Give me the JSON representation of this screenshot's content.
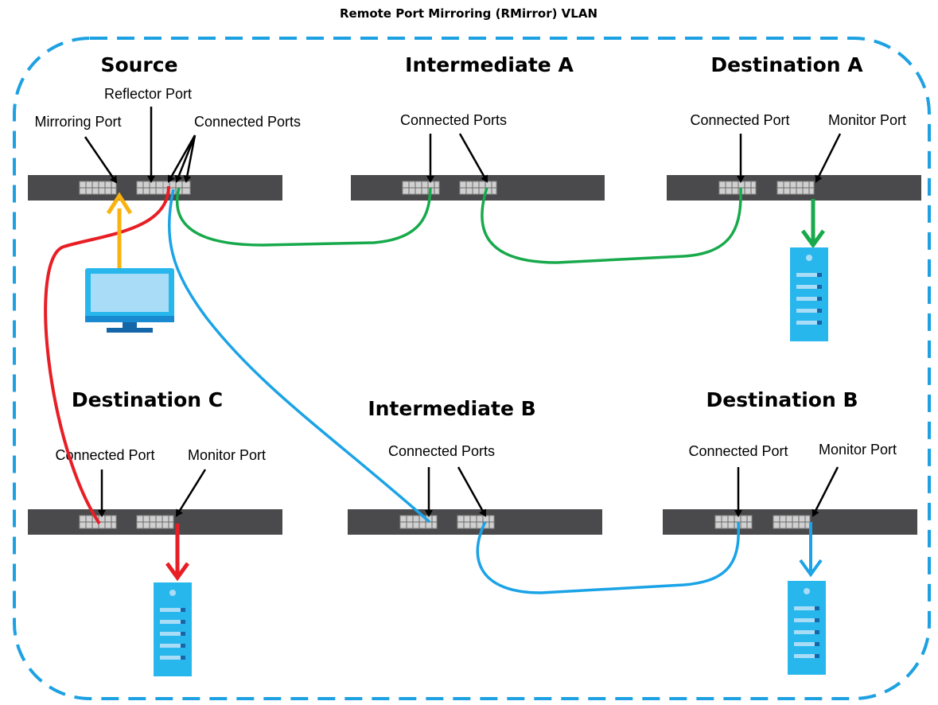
{
  "title": "Remote Port Mirroring (RMirror) VLAN",
  "nodes": {
    "source": "Source",
    "intermediate_a": "Intermediate A",
    "destination_a": "Destination A",
    "destination_c": "Destination C",
    "intermediate_b": "Intermediate B",
    "destination_b": "Destination B"
  },
  "port_labels": {
    "source_reflector": "Reflector Port",
    "source_mirroring": "Mirroring Port",
    "source_connected": "Connected Ports",
    "ia_connected": "Connected Ports",
    "da_connected": "Connected Port",
    "da_monitor": "Monitor Port",
    "dc_connected": "Connected Port",
    "dc_monitor": "Monitor Port",
    "ib_connected": "Connected Ports",
    "db_connected": "Connected Port",
    "db_monitor": "Monitor Port"
  },
  "colors": {
    "boundary": "#1da1e2",
    "switch_body": "#4a4a4c",
    "port": "#d0d0d0",
    "red_link": "#e81e25",
    "green_link": "#17a94b",
    "blue_link": "#1aa3e6",
    "orange_arrow": "#f9b20f",
    "device_fill": "#28b7ed",
    "monitor_screen": "#a9dcf6"
  },
  "icons": {
    "pc": "desktop-monitor-icon",
    "server": "server-tower-icon",
    "switch": "network-switch-icon"
  }
}
